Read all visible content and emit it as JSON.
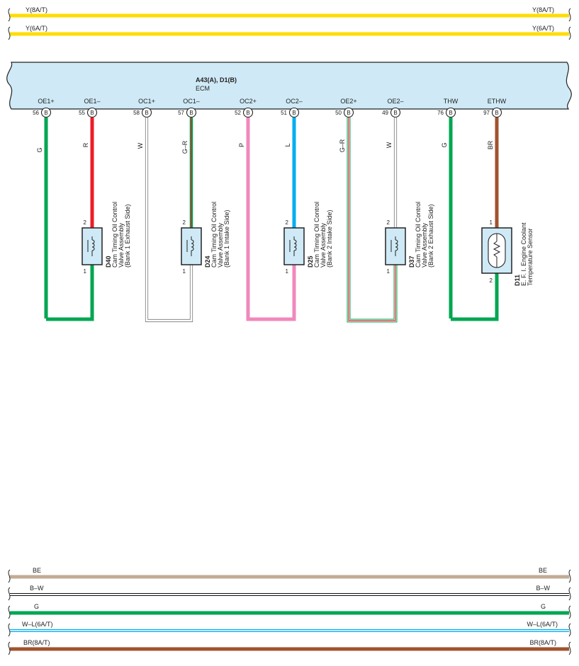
{
  "top_buses": [
    {
      "left_label": "Y(8A/T)",
      "right_label": "Y(8A/T)",
      "color": "#ffdd00"
    },
    {
      "left_label": "Y(6A/T)",
      "right_label": "Y(6A/T)",
      "color": "#ffdd00"
    }
  ],
  "ecm": {
    "title": "A43(A), D1(B)",
    "subtitle": "ECM",
    "fill": "#cfeaf6",
    "connector_letter": "B",
    "pins": [
      {
        "name": "OE1+",
        "number": "56"
      },
      {
        "name": "OE1–",
        "number": "55"
      },
      {
        "name": "OC1+",
        "number": "58"
      },
      {
        "name": "OC1–",
        "number": "57"
      },
      {
        "name": "OC2+",
        "number": "52"
      },
      {
        "name": "OC2–",
        "number": "51"
      },
      {
        "name": "OE2+",
        "number": "50"
      },
      {
        "name": "OE2–",
        "number": "49"
      },
      {
        "name": "THW",
        "number": "76"
      },
      {
        "name": "ETHW",
        "number": "97"
      }
    ]
  },
  "wires": [
    {
      "code": "G",
      "color": "#00a651"
    },
    {
      "code": "R",
      "color": "#ed1c24"
    },
    {
      "code": "W",
      "color": "#ffffff"
    },
    {
      "code": "G–R",
      "color": "#00a651"
    },
    {
      "code": "P",
      "color": "#f088bb"
    },
    {
      "code": "L",
      "color": "#00aeef"
    },
    {
      "code": "G–R",
      "color": "#00a651"
    },
    {
      "code": "W",
      "color": "#ffffff"
    },
    {
      "code": "G",
      "color": "#00a651"
    },
    {
      "code": "BR",
      "color": "#a0522d"
    }
  ],
  "components": [
    {
      "id": "D40",
      "lines": [
        "Cam Timing Oil Control",
        "Valve Assembly",
        "(Bank 1 Exhaust Side)"
      ],
      "pin_top": "2",
      "pin_bottom": "1",
      "icon": "coil-icon"
    },
    {
      "id": "D24",
      "lines": [
        "Cam Timing Oil Control",
        "Valve Assembly",
        "(Bank 1 Intake Side)"
      ],
      "pin_top": "2",
      "pin_bottom": "1",
      "icon": "coil-icon"
    },
    {
      "id": "D25",
      "lines": [
        "Cam Timing Oil Control",
        "Valve Assembly",
        "(Bank 2 Intake Side)"
      ],
      "pin_top": "2",
      "pin_bottom": "1",
      "icon": "coil-icon"
    },
    {
      "id": "D37",
      "lines": [
        "Cam Timing Oil Control",
        "Valve Assembly",
        "(Bank 2 Exhaust Side)"
      ],
      "pin_top": "2",
      "pin_bottom": "1",
      "icon": "coil-icon"
    },
    {
      "id": "D11",
      "lines": [
        "E. F. I. Engine Coolant",
        "Temperature Sensor"
      ],
      "pin_top": "1",
      "pin_bottom": "2",
      "icon": "thermistor-icon"
    }
  ],
  "bottom_buses": [
    {
      "left_label": "BE",
      "right_label": "BE",
      "color": "#c2ac94"
    },
    {
      "left_label": "B–W",
      "right_label": "B–W",
      "color": "#111111"
    },
    {
      "left_label": "G",
      "right_label": "G",
      "color": "#00a651"
    },
    {
      "left_label": "W–L(6A/T)",
      "right_label": "W–L(6A/T)",
      "color": "#00aeef"
    },
    {
      "left_label": "BR(8A/T)",
      "right_label": "BR(8A/T)",
      "color": "#a0522d"
    }
  ]
}
